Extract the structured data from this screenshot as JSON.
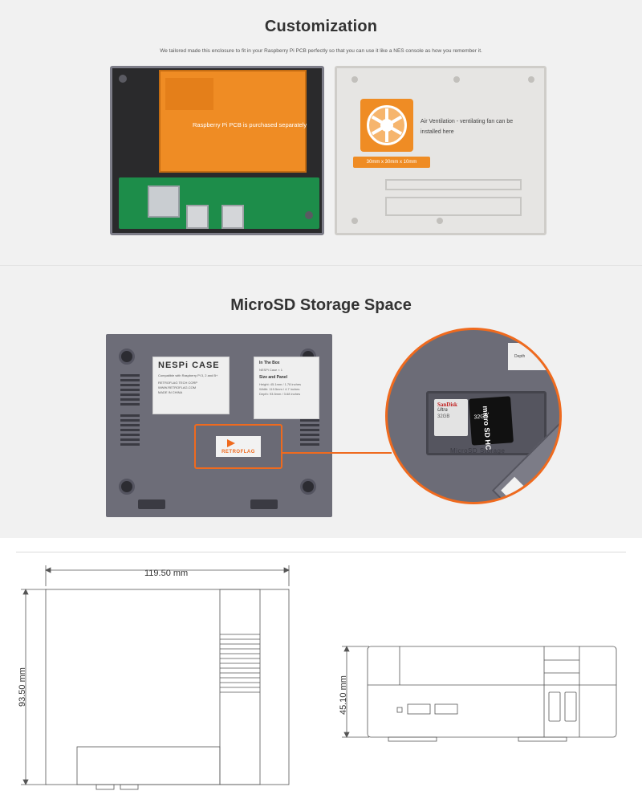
{
  "customization": {
    "title": "Customization",
    "description": "We tailored made this enclosure to fit in your Raspberry Pi PCB perfectly so that you can use it like a NES console as how you remember it.",
    "pi_label": "Raspberry Pi PCB is purchased separately",
    "vent_label": "Air Ventilation - ventilating fan can be installed here",
    "fan_size": "30mm x 30mm x 10mm",
    "accent": "#ef8c24"
  },
  "microsd": {
    "title": "MicroSD Storage Space",
    "case_brand": "NESPi CASE",
    "case_sub": "Compatible with Raspberry Pi 3, 2 and B+",
    "case_info": [
      "RETROFLAG TECH CORP",
      "WWW.RETROFLAG.COM",
      "MADE IN CHINA"
    ],
    "box_heading": "In The Box",
    "box_text": "NESPi Case × 1",
    "size_heading": "Size and Panel",
    "size_text": [
      "Height: 45.1mm / 1.78 inches",
      "Width: 119.5mm / 4.7 inches",
      "Depth: 93.5mm / 3.68 inches"
    ],
    "logo_text": "RETROFLAG",
    "card1_brand": "SanDisk",
    "card1_line": "Ultra",
    "card1_size": "32GB",
    "card2_size": "32GB",
    "card2_brand": "micro SD HC",
    "storage_label": "MicroSD Storage",
    "panel_label": "Depth",
    "highlight_color": "#ef6a1e"
  },
  "dimensions": {
    "width": "119.50 mm",
    "depth": "93.50 mm",
    "height": "45.10 mm"
  }
}
